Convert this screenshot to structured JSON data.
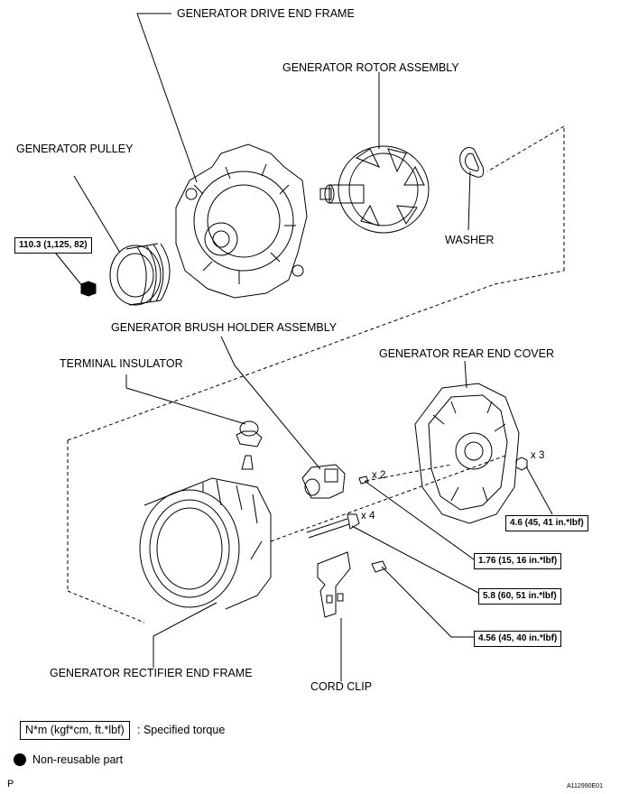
{
  "labels": {
    "drive_end_frame": "GENERATOR DRIVE END FRAME",
    "rotor_assembly": "GENERATOR ROTOR ASSEMBLY",
    "pulley": "GENERATOR PULLEY",
    "washer": "WASHER",
    "brush_holder": "GENERATOR BRUSH HOLDER ASSEMBLY",
    "terminal_insulator": "TERMINAL INSULATOR",
    "rear_end_cover": "GENERATOR REAR END COVER",
    "rectifier_end_frame": "GENERATOR RECTIFIER END FRAME",
    "cord_clip": "CORD CLIP"
  },
  "torques": {
    "pulley_nut": "110.3 (1,125, 82)",
    "cover_nut": "4.6 (45, 41 in.*lbf)",
    "brush_screw": "1.76 (15, 16 in.*lbf)",
    "through_bolt": "5.8 (60, 51 in.*lbf)",
    "clip_bolt": "4.56 (45, 40 in.*lbf)"
  },
  "quantities": {
    "cover_nut": "x 3",
    "brush_screw": "x 2",
    "through_bolt": "x 4"
  },
  "legend": {
    "unit_box": "N*m (kgf*cm, ft.*lbf)",
    "unit_text": ": Specified torque",
    "non_reusable": "Non-reusable part"
  },
  "footer": {
    "left_code": "P",
    "right_code": "A112990E01"
  }
}
